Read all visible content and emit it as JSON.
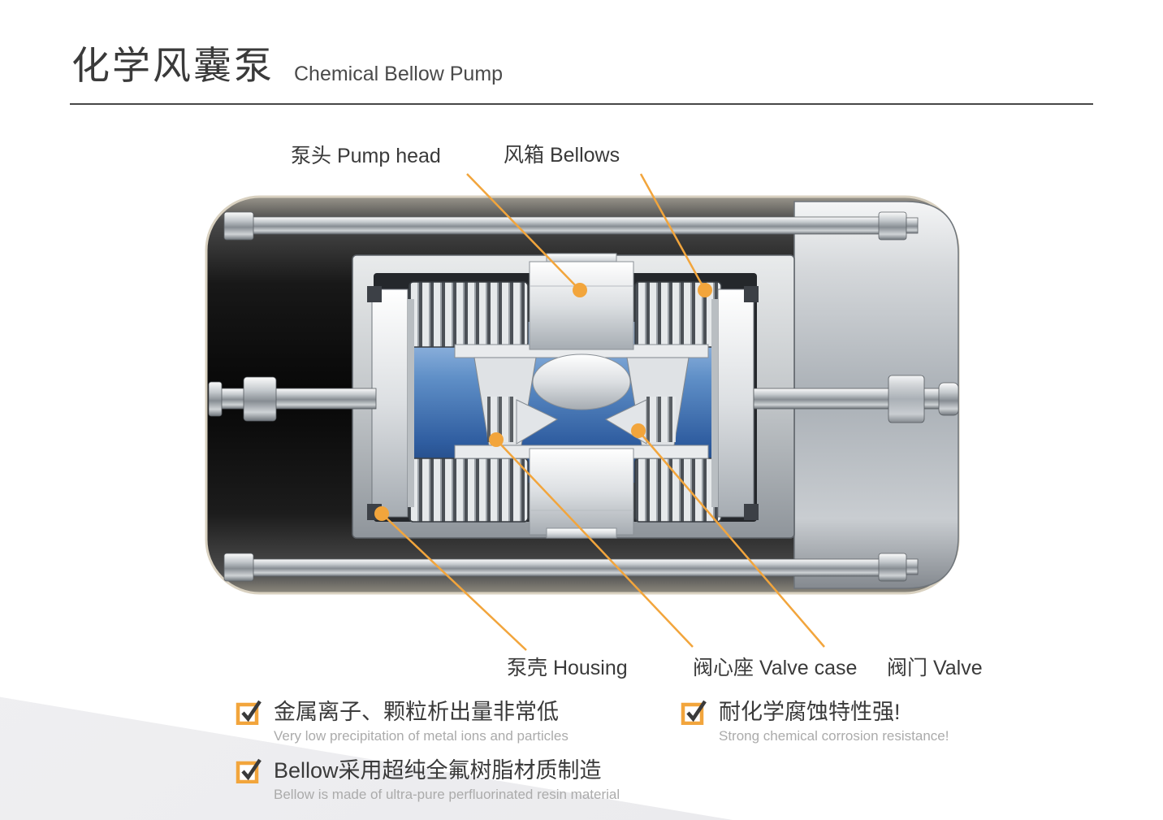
{
  "header": {
    "title_zh": "化学风囊泵",
    "title_en": "Chemical Bellow Pump"
  },
  "callouts": {
    "pump_head": "泵头 Pump head",
    "bellows": "风箱 Bellows",
    "housing": "泵壳 Housing",
    "valve_case": "阀心座 Valve case",
    "valve": "阀门 Valve"
  },
  "features": [
    {
      "zh": "金属离子、颗粒析出量非常低",
      "en": "Very low precipitation of metal ions and particles"
    },
    {
      "zh": "耐化学腐蚀特性强!",
      "en": "Strong chemical corrosion resistance!"
    },
    {
      "zh": "Bellow采用超纯全氟树脂材质制造",
      "en": "Bellow is made of ultra-pure perfluorinated resin material"
    }
  ],
  "icons": {
    "checkbox": "orange-square-with-dark-checkmark",
    "callout_dot": "orange-filled-dot"
  },
  "colors": {
    "accent": "#F2A53C",
    "text_dark": "#3A3A3A",
    "text_gray": "#ABABAB",
    "chamber_blue": "#2F5DA0"
  }
}
